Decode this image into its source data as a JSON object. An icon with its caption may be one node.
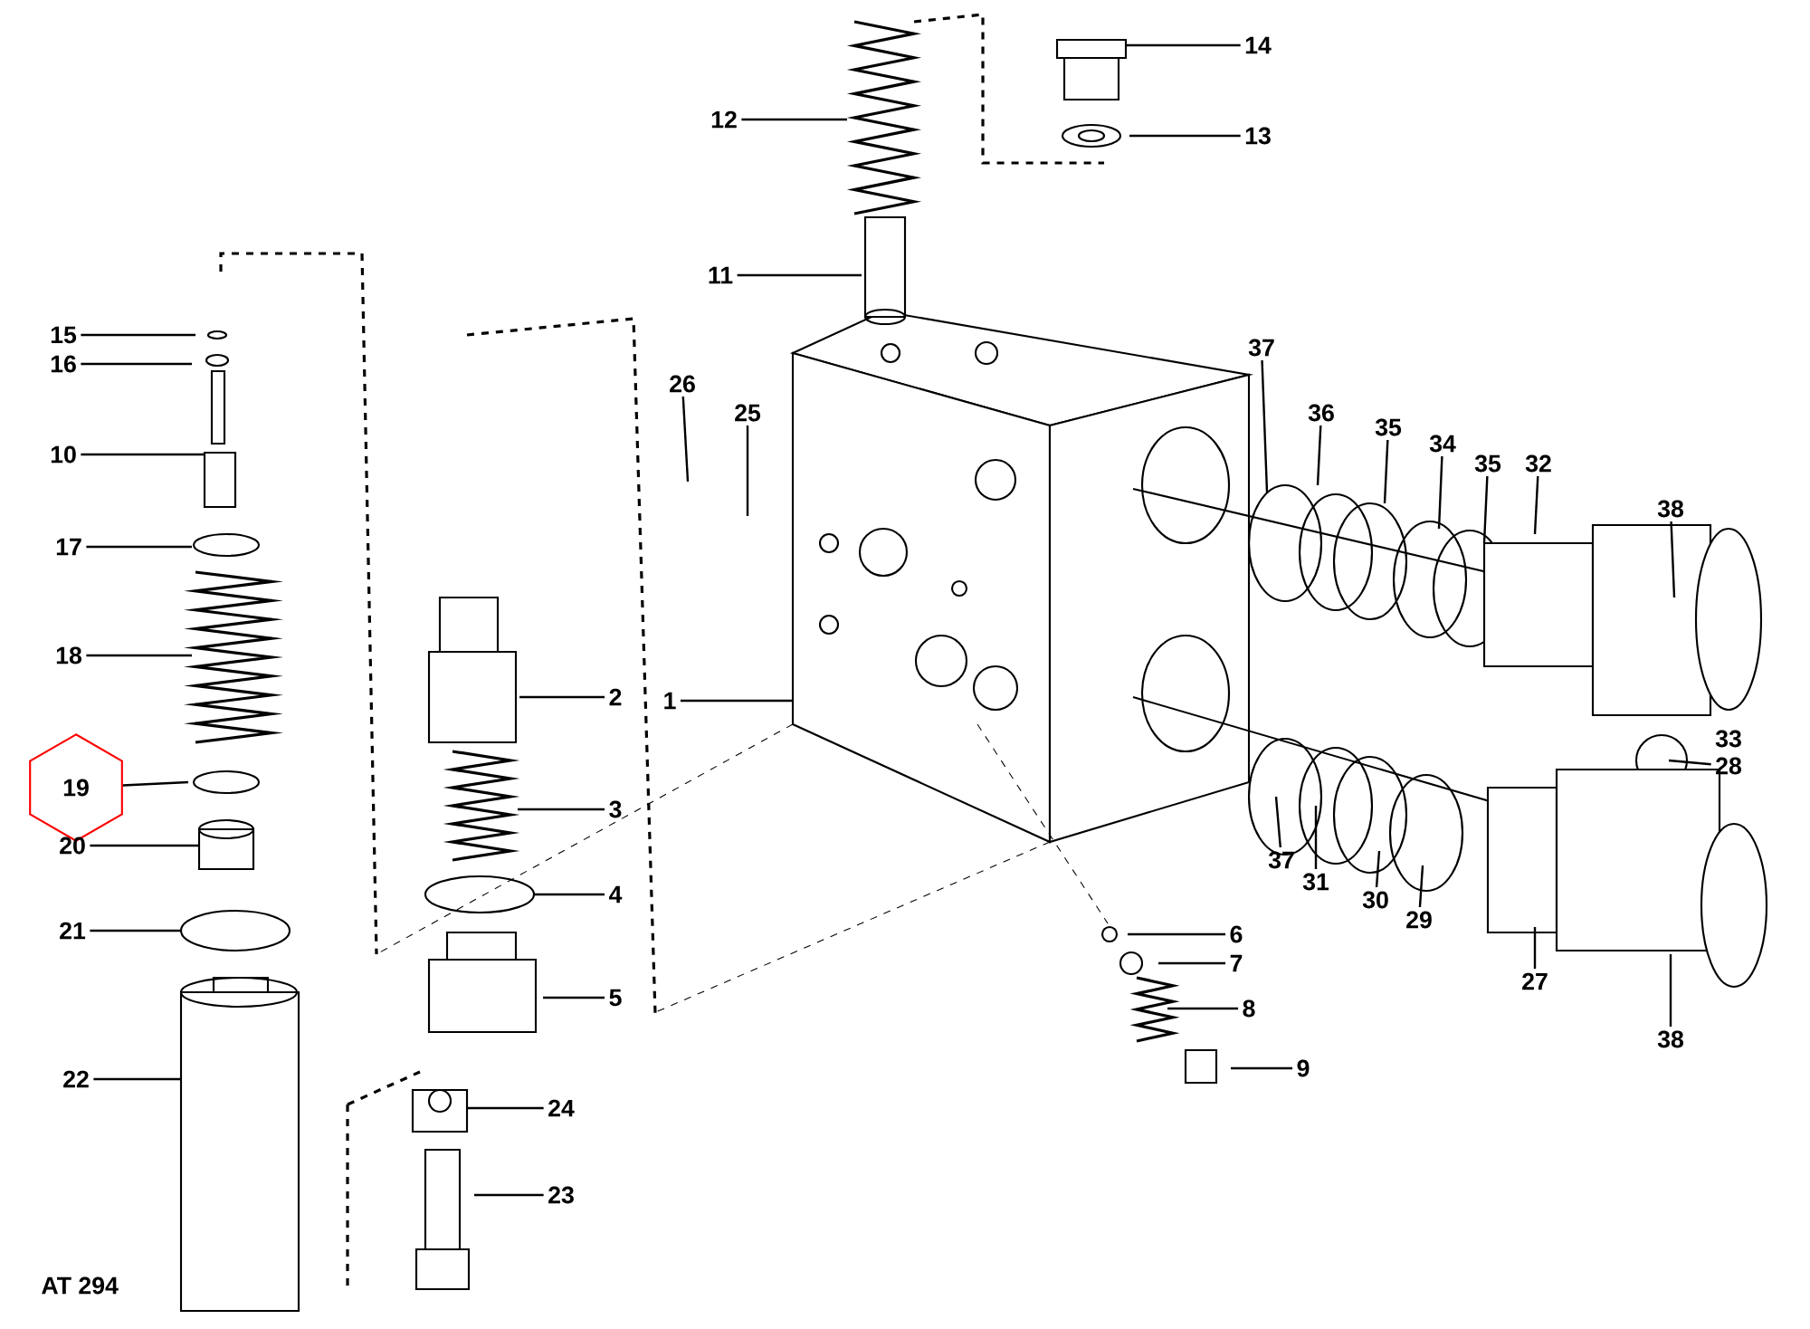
{
  "diagram": {
    "nodes": [
      {
        "text": [
          "12"
        ]
      },
      {
        "text": [
          "14"
        ]
      },
      {
        "text": [
          "13"
        ]
      },
      {
        "text": [
          "11"
        ]
      },
      {
        "text": [
          "15"
        ]
      },
      {
        "text": [
          "16"
        ]
      },
      {
        "text": [
          "37"
        ]
      },
      {
        "text": [
          "26"
        ]
      },
      {
        "text": [
          "25"
        ]
      },
      {
        "text": [
          "36"
        ]
      },
      {
        "text": [
          "35"
        ]
      },
      {
        "text": [
          "34"
        ]
      },
      {
        "text": [
          "35"
        ]
      },
      {
        "text": [
          "32"
        ]
      },
      {
        "text": [
          "10"
        ]
      },
      {
        "text": [
          "38"
        ]
      },
      {
        "text": [
          "17"
        ]
      },
      {
        "text": [
          "18"
        ]
      },
      {
        "text": [
          "2"
        ]
      },
      {
        "text": [
          "1"
        ]
      },
      {
        "text": [
          "33"
        ]
      },
      {
        "text": [
          "28"
        ]
      },
      {
        "text": [
          "19"
        ]
      },
      {
        "text": [
          "3"
        ]
      },
      {
        "text": [
          "20"
        ]
      },
      {
        "text": [
          "37"
        ]
      },
      {
        "text": [
          "31"
        ]
      },
      {
        "text": [
          "4"
        ]
      },
      {
        "text": [
          "30"
        ]
      },
      {
        "text": [
          "29"
        ]
      },
      {
        "text": [
          "21"
        ]
      },
      {
        "text": [
          "6"
        ]
      },
      {
        "text": [
          "7"
        ]
      },
      {
        "text": [
          "27"
        ]
      },
      {
        "text": [
          "5"
        ]
      },
      {
        "text": [
          "8"
        ]
      },
      {
        "text": [
          "38"
        ]
      },
      {
        "text": [
          "9"
        ]
      },
      {
        "text": [
          "22"
        ]
      },
      {
        "text": [
          "24"
        ]
      },
      {
        "text": [
          "23"
        ]
      }
    ],
    "edges": [
      {
        "from": 0,
        "to": null,
        "arrow": "none"
      },
      {
        "from": 1,
        "to": null,
        "arrow": "none"
      },
      {
        "from": 2,
        "to": null,
        "arrow": "none"
      },
      {
        "from": 3,
        "to": null,
        "arrow": "none"
      },
      {
        "from": 4,
        "to": null,
        "arrow": "none"
      },
      {
        "from": 5,
        "to": null,
        "arrow": "none"
      },
      {
        "from": 6,
        "to": null,
        "arrow": "none"
      },
      {
        "from": 7,
        "to": null,
        "arrow": "none"
      },
      {
        "from": 8,
        "to": null,
        "arrow": "none"
      },
      {
        "from": 9,
        "to": null,
        "arrow": "none"
      },
      {
        "from": 10,
        "to": null,
        "arrow": "none"
      },
      {
        "from": 11,
        "to": null,
        "arrow": "none"
      },
      {
        "from": 12,
        "to": null,
        "arrow": "none"
      },
      {
        "from": 13,
        "to": null,
        "arrow": "none"
      },
      {
        "from": 14,
        "to": null,
        "arrow": "none"
      },
      {
        "from": 15,
        "to": null,
        "arrow": "none"
      },
      {
        "from": 16,
        "to": null,
        "arrow": "none"
      },
      {
        "from": 17,
        "to": null,
        "arrow": "none"
      },
      {
        "from": 18,
        "to": null,
        "arrow": "none"
      },
      {
        "from": 19,
        "to": null,
        "arrow": "none"
      },
      {
        "from": 21,
        "to": null,
        "arrow": "none"
      },
      {
        "from": 22,
        "to": null,
        "arrow": "none"
      },
      {
        "from": 23,
        "to": null,
        "arrow": "none"
      },
      {
        "from": 24,
        "to": null,
        "arrow": "none"
      },
      {
        "from": 25,
        "to": null,
        "arrow": "none"
      },
      {
        "from": 26,
        "to": null,
        "arrow": "none"
      },
      {
        "from": 27,
        "to": null,
        "arrow": "none"
      },
      {
        "from": 28,
        "to": null,
        "arrow": "none"
      },
      {
        "from": 29,
        "to": null,
        "arrow": "none"
      },
      {
        "from": 30,
        "to": null,
        "arrow": "none"
      },
      {
        "from": 31,
        "to": null,
        "arrow": "none"
      },
      {
        "from": 32,
        "to": null,
        "arrow": "none"
      },
      {
        "from": 33,
        "to": null,
        "arrow": "none"
      },
      {
        "from": 34,
        "to": null,
        "arrow": "none"
      },
      {
        "from": 35,
        "to": null,
        "arrow": "none"
      },
      {
        "from": 36,
        "to": null,
        "arrow": "none"
      },
      {
        "from": 37,
        "to": null,
        "arrow": "none"
      },
      {
        "from": 38,
        "to": null,
        "arrow": "none"
      },
      {
        "from": 39,
        "to": null,
        "arrow": "none"
      },
      {
        "from": 40,
        "to": null,
        "arrow": "none"
      }
    ],
    "labels": [
      "AT 294"
    ]
  }
}
